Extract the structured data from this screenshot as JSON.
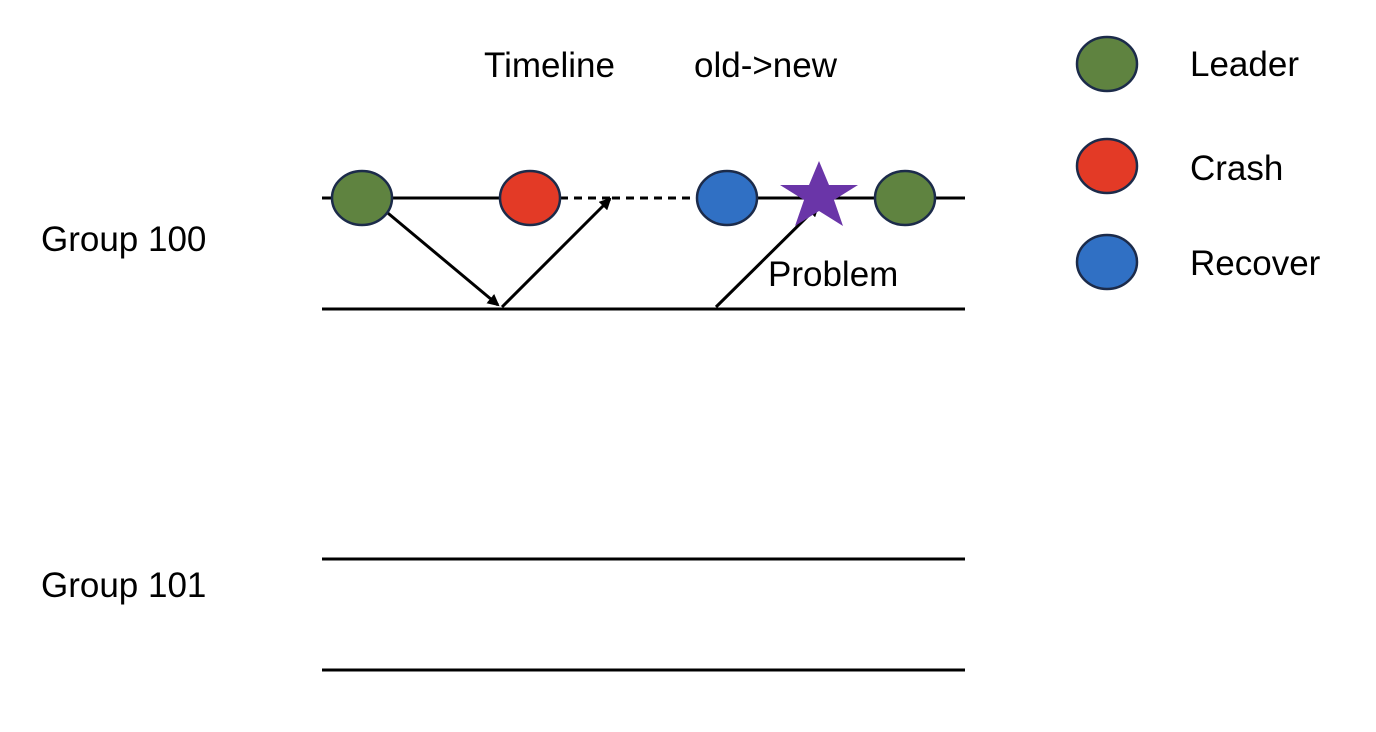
{
  "header": {
    "timeline_label": "Timeline",
    "direction_label": "old->new"
  },
  "groups": [
    {
      "label": "Group 100"
    },
    {
      "label": "Group 101"
    }
  ],
  "annotation": {
    "problem_label": "Problem"
  },
  "legend": [
    {
      "label": "Leader",
      "color": "#5f8340"
    },
    {
      "label": "Crash",
      "color": "#e33a26"
    },
    {
      "label": "Recover",
      "color": "#3070c4"
    }
  ],
  "event_colors": {
    "leader": "#5f8340",
    "crash": "#e33a26",
    "recover": "#3070c4",
    "problem_star": "#6a35a8",
    "outline": "#1c2b4a"
  },
  "event_sequence": [
    "leader",
    "crash",
    "recover",
    "problem",
    "leader"
  ]
}
